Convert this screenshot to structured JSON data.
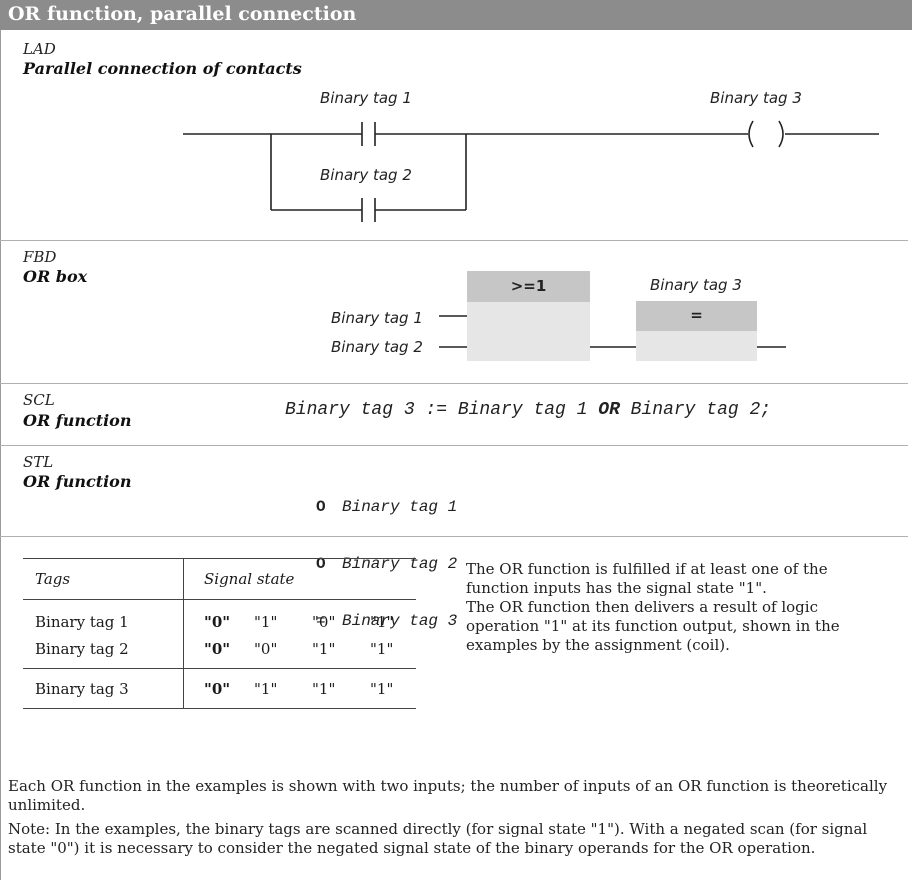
{
  "header": {
    "title": "OR function, parallel connection"
  },
  "lad": {
    "lang": "LAD",
    "subtitle": "Parallel connection of contacts",
    "tag1": "Binary tag 1",
    "tag2": "Binary tag 2",
    "tag3": "Binary tag 3"
  },
  "fbd": {
    "lang": "FBD",
    "subtitle": "OR box",
    "box_label": ">=1",
    "assign_label": "=",
    "in1": "Binary tag 1",
    "in2": "Binary tag 2",
    "out": "Binary tag 3"
  },
  "scl": {
    "lang": "SCL",
    "subtitle": "OR function",
    "code_pre": "Binary tag 3 := Binary tag 1 ",
    "code_op": "OR",
    "code_post": " Binary tag 2;"
  },
  "stl": {
    "lang": "STL",
    "subtitle": "OR function",
    "lines": [
      {
        "op": "O",
        "tag": "Binary tag 1"
      },
      {
        "op": "O",
        "tag": "Binary tag 2"
      },
      {
        "op": "=",
        "tag": "Binary tag 3"
      }
    ]
  },
  "table": {
    "header_tags": "Tags",
    "header_state": "Signal state",
    "rows": [
      {
        "tag": "Binary tag 1",
        "states": [
          "\"0\"",
          "\"1\"",
          "\"0\"",
          "\"1\""
        ]
      },
      {
        "tag": "Binary tag 2",
        "states": [
          "\"0\"",
          "\"0\"",
          "\"1\"",
          "\"1\""
        ]
      },
      {
        "tag": "Binary tag 3",
        "states": [
          "\"0\"",
          "\"1\"",
          "\"1\"",
          "\"1\""
        ]
      }
    ]
  },
  "description": {
    "p1": "The OR function is fulfilled if at least one of the function inputs has the signal state \"1\".",
    "p2": "The OR function then delivers a result of logic operation \"1\" at its function output, shown in the examples by the assignment (coil)."
  },
  "notes": {
    "p1": "Each OR function in the examples is shown with two inputs; the number of inputs of an OR function is theoretically unlimited.",
    "p2": "Note: In the examples, the binary tags are scanned directly (for signal state \"1\"). With a negated scan (for signal state \"0\") it is necessary to consider the negated signal state of the binary operands for the OR operation."
  }
}
